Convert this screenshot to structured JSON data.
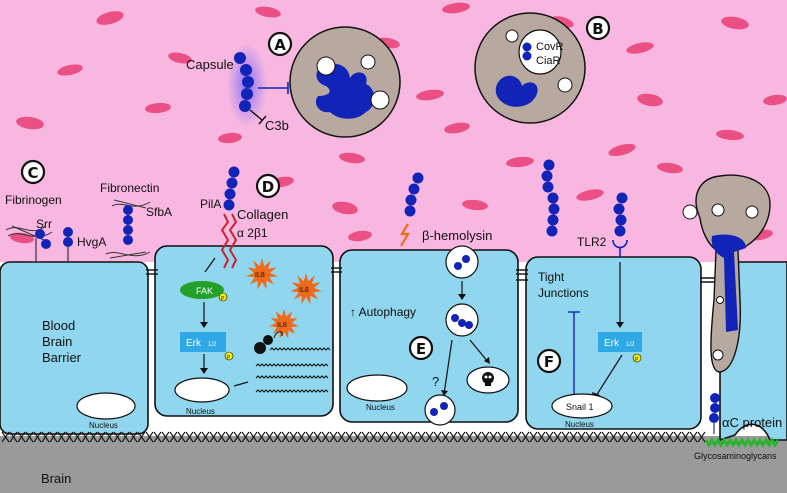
{
  "colors": {
    "blood": "#f7b7e0",
    "red_blood_cell": "#e8457a",
    "cell_fill": "#8fd6ee",
    "brain": "#9a9a9a",
    "neutrophil": "#b8a9a0",
    "bacteria": "#1224b8",
    "fak_green": "#22a02a",
    "erk_blue": "#2fa8e6",
    "il8_orange": "#f06a1c",
    "gag_green": "#29b42e"
  },
  "badges": {
    "a": "A",
    "b": "B",
    "c": "C",
    "d": "D",
    "e": "E",
    "f": "F"
  },
  "labels": {
    "capsule": "Capsule",
    "c3b": "C3b",
    "covr": "CovR",
    "ciar": "CiaR",
    "fibrinogen": "Fibrinogen",
    "srr": "Srr",
    "hvga": "HvgA",
    "fibronectin": "Fibronectin",
    "sfba": "SfbA",
    "pila": "PilA",
    "collagen": "Collagen",
    "integrin": "α 2β1",
    "fak": "FAK",
    "erk": "Erk",
    "erk_sub": "1/2",
    "p": "P",
    "il8": "IL8",
    "nucleus": "Nucleus",
    "beta_hemolysin": "β-hemolysin",
    "autophagy": "↑ Autophagy",
    "question": "?",
    "tlr2": "TLR2",
    "tight_junctions_1": "Tight",
    "tight_junctions_2": "Junctions",
    "snail": "Snail 1",
    "blood_brain_barrier_1": "Blood",
    "blood_brain_barrier_2": "Brain",
    "blood_brain_barrier_3": "Barrier",
    "alpha_c": "αC protein",
    "gag": "Glycosaminoglycans",
    "brain": "Brain"
  },
  "icons": {
    "lightning": "lightning-icon",
    "skull": "skull-icon",
    "il8_burst": "starburst-icon",
    "rna": "mrna-strand-icon"
  }
}
